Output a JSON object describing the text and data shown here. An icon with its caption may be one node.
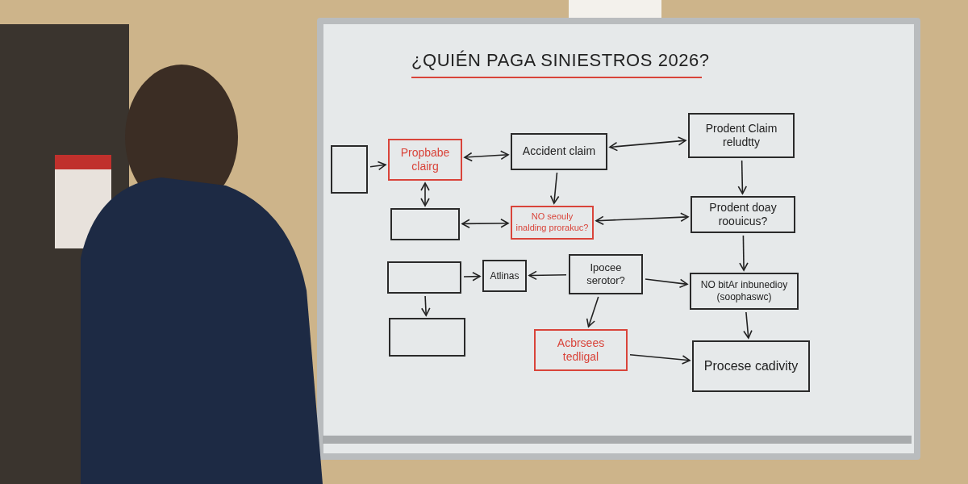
{
  "diagram": {
    "title": "¿QUIÉN PAGA SINIESTROS 2026?",
    "nodes": [
      {
        "text": [],
        "shape": "box"
      },
      {
        "text": [
          "Propbabe clairg"
        ]
      },
      {
        "text": [
          "Accident claim"
        ]
      },
      {
        "text": [
          "Prodent Claim reludtty"
        ]
      },
      {
        "text": [],
        "shape": "box"
      },
      {
        "text": [
          "NO seouly inalding prorakuc?"
        ]
      },
      {
        "text": [
          "Prodent doay roouicus?"
        ]
      },
      {
        "text": [],
        "shape": "box"
      },
      {
        "text": [
          "Atlinas"
        ]
      },
      {
        "text": [
          "Ipocee serotor?"
        ]
      },
      {
        "text": [
          "NO bitAr inbunedioy (soophaswc)"
        ]
      },
      {
        "text": [],
        "shape": "box"
      },
      {
        "text": [
          "Acbrsees tedligal"
        ]
      },
      {
        "text": [
          "Procese cadivity"
        ]
      }
    ],
    "edges": [
      {
        "from": 0,
        "to": 1,
        "arrow": "to"
      },
      {
        "from": 1,
        "to": 2,
        "arrow": "both"
      },
      {
        "from": 2,
        "to": 3,
        "arrow": "both"
      },
      {
        "from": 1,
        "to": 4,
        "arrow": "both"
      },
      {
        "from": 2,
        "to": 5,
        "arrow": "to"
      },
      {
        "from": 3,
        "to": 6,
        "arrow": "to"
      },
      {
        "from": 4,
        "to": 5,
        "arrow": "both"
      },
      {
        "from": 5,
        "to": 6,
        "arrow": "both"
      },
      {
        "from": 9,
        "to": 8,
        "arrow": "to"
      },
      {
        "from": 7,
        "to": 8,
        "arrow": "to"
      },
      {
        "from": 9,
        "to": 10,
        "arrow": "to"
      },
      {
        "from": 6,
        "to": 10,
        "arrow": "to"
      },
      {
        "from": 7,
        "to": 11,
        "arrow": "to"
      },
      {
        "from": 9,
        "to": 12,
        "arrow": "to"
      },
      {
        "from": 12,
        "to": 13,
        "arrow": "to"
      },
      {
        "from": 10,
        "to": 13,
        "arrow": "to"
      }
    ]
  }
}
